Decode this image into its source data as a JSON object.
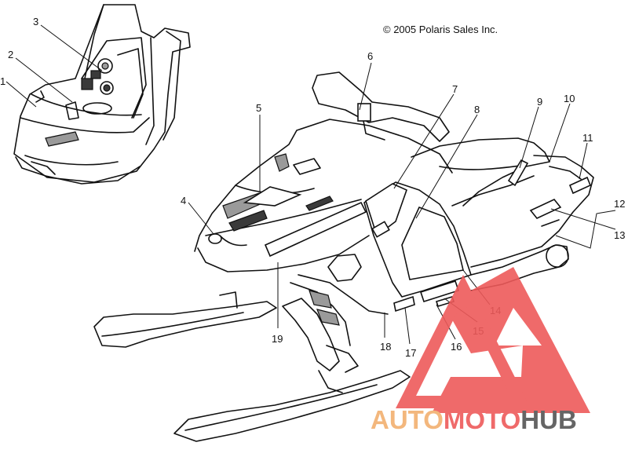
{
  "copyright": "© 2005 Polaris Sales Inc.",
  "callouts": [
    "1",
    "2",
    "3",
    "4",
    "5",
    "6",
    "7",
    "8",
    "9",
    "10",
    "11",
    "12",
    "13",
    "14",
    "15",
    "16",
    "17",
    "18",
    "19"
  ],
  "watermark": {
    "part1": "AUTO",
    "part2": "MOTO",
    "part3": "HUB",
    "color_light": "#f2b070",
    "color_red": "#ee5a5a",
    "color_gray": "#555555"
  }
}
